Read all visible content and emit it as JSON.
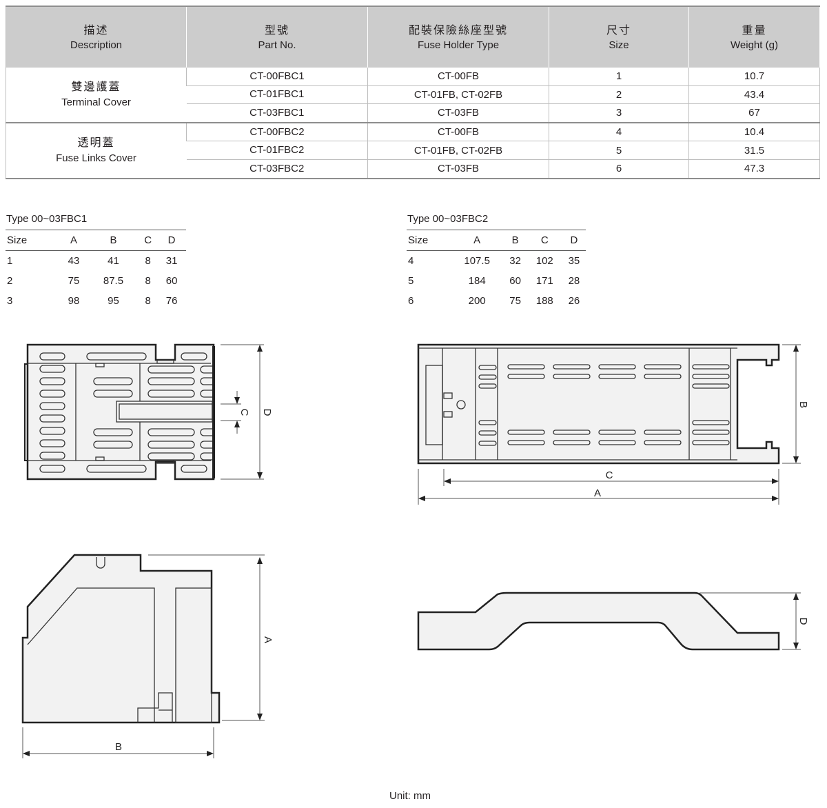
{
  "main_table": {
    "headers": [
      {
        "zh": "描述",
        "en": "Description"
      },
      {
        "zh": "型號",
        "en": "Part No."
      },
      {
        "zh": "配裝保險絲座型號",
        "en": "Fuse Holder Type"
      },
      {
        "zh": "尺寸",
        "en": "Size"
      },
      {
        "zh": "重量",
        "en": "Weight (g)"
      }
    ],
    "groups": [
      {
        "zh": "雙邊護蓋",
        "en": "Terminal Cover",
        "rows": [
          {
            "part": "CT-00FBC1",
            "holder": "CT-00FB",
            "size": "1",
            "weight": "10.7"
          },
          {
            "part": "CT-01FBC1",
            "holder": "CT-01FB, CT-02FB",
            "size": "2",
            "weight": "43.4"
          },
          {
            "part": "CT-03FBC1",
            "holder": "CT-03FB",
            "size": "3",
            "weight": "67"
          }
        ]
      },
      {
        "zh": "透明蓋",
        "en": "Fuse Links Cover",
        "rows": [
          {
            "part": "CT-00FBC2",
            "holder": "CT-00FB",
            "size": "4",
            "weight": "10.4"
          },
          {
            "part": "CT-01FBC2",
            "holder": "CT-01FB, CT-02FB",
            "size": "5",
            "weight": "31.5"
          },
          {
            "part": "CT-03FBC2",
            "holder": "CT-03FB",
            "size": "6",
            "weight": "47.3"
          }
        ]
      }
    ]
  },
  "dim_tables": [
    {
      "title": "Type 00~03FBC1",
      "headers": [
        "Size",
        "A",
        "B",
        "C",
        "D"
      ],
      "rows": [
        [
          "1",
          "43",
          "41",
          "8",
          "31"
        ],
        [
          "2",
          "75",
          "87.5",
          "8",
          "60"
        ],
        [
          "3",
          "98",
          "95",
          "8",
          "76"
        ]
      ]
    },
    {
      "title": "Type 00~03FBC2",
      "headers": [
        "Size",
        "A",
        "B",
        "C",
        "D"
      ],
      "rows": [
        [
          "4",
          "107.5",
          "32",
          "102",
          "35"
        ],
        [
          "5",
          "184",
          "60",
          "171",
          "28"
        ],
        [
          "6",
          "200",
          "75",
          "188",
          "26"
        ]
      ]
    }
  ],
  "drawings": {
    "fbc1_top": {
      "c": "C",
      "d": "D"
    },
    "fbc2_top": {
      "b": "B",
      "c": "C",
      "a": "A"
    },
    "fbc1_side": {
      "a": "A",
      "b": "B"
    },
    "fbc2_side": {
      "d": "D"
    }
  },
  "unit": "Unit: mm"
}
